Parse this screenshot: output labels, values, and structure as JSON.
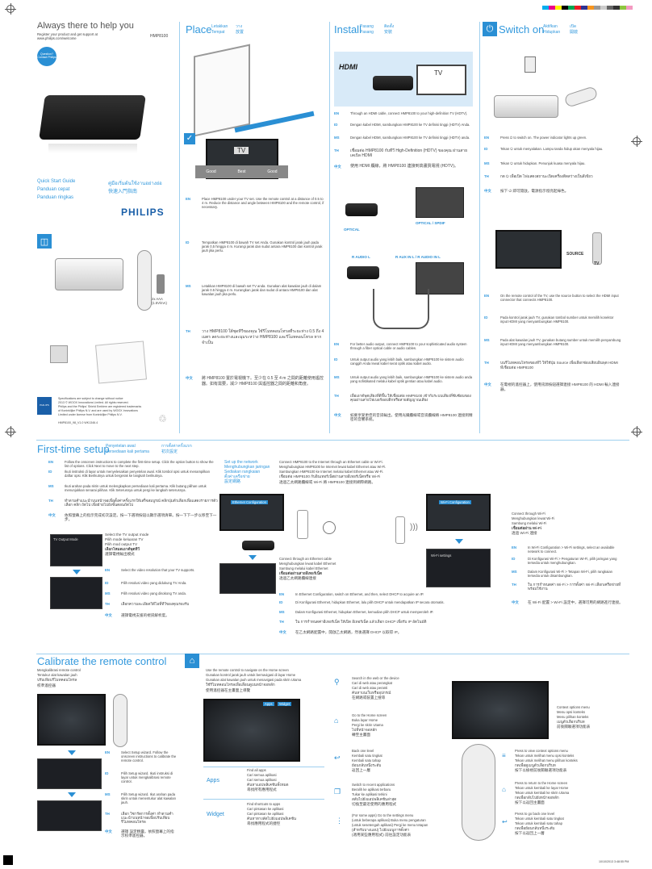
{
  "colors": {
    "accent": "#2a8fd4",
    "light_accent": "#9fd0ef",
    "dark": "#111111"
  },
  "cover": {
    "tagline": "Always there to help you",
    "register_line1": "Register your product and get support at",
    "register_line2": "www.philips.com/welcome",
    "model": "HMP8100",
    "badge": "Question? Contact Philips",
    "qsg_en": "Quick Start Guide",
    "qsg_id": "Panduan cepat",
    "qsg_ms": "Panduan ringkas",
    "qsg_th": "คู่มือเริ่มต้นใช้งานอย่างย่อ",
    "qsg_zh": "快速入門指南",
    "brand": "PHILIPS",
    "battery_label": "2x AAA (1.5V/mA)",
    "legal1": "Specifications are subject to change without notice",
    "legal2": "2013 © WOOX Innovations Limited. All rights reserved.",
    "legal3": "Philips and the Philips' Shield Emblem are registered trademarks",
    "legal4": "of Koninklijke Philips N.V. and are used by WOOX Innovations",
    "legal5": "Limited under license from Koninklijke Philips N.V.",
    "doc_code": "HMP8100_98_V1.0 WK1346.4"
  },
  "place": {
    "title": "Place",
    "sub1": "Letakkan",
    "sub2": "Tempat",
    "sub3": "วาง",
    "sub4": "放置",
    "tv_label": "TV",
    "bar": [
      "Good",
      "Best",
      "Good"
    ],
    "en": "Place HMP8100 under your TV set. Use the remote control at a distance of 0.5 to 4 m. Reduce the distance and angle between HMP8100 and the remote control, if necessary.",
    "id": "Tempatkan HMP8100 di bawah TV set Anda. Gunakan kontrol jarak jauh pada jarak 0,5 hingga 4 m. Kurangi jarak dan sudut antara HMP8100 dan kontrol jarak jauh jika perlu.",
    "ms": "Letakkan HMP8100 di bawah set TV anda. Gunakan alat kawalan jauh di dalam jarak 0.5 hingga 4 m. Kurangkan jarak dan sudut di antara HMP8100 dan alat kawalan jauh jika perlu.",
    "th": "วาง HMP8100 ใต้ชุดทีวีของคุณ ใช้รีโมทคอนโทรลที่ระยะห่าง 0.5 ถึง 4 เมตร ลดระยะห่างและมุมระหว่าง HMP8100 และรีโมทคอนโทรล หากจำเป็น",
    "zh": "將 HMP8100 置於電視機下。至少在 0.5 至 4 m 之間的距離使用遙控器。如有需要，減少 HMP8100 與遙控器之間的距離和角度。"
  },
  "install": {
    "title": "Install",
    "sub1": "Pasang",
    "sub2": "Pasang",
    "sub3": "ติดตั้ง",
    "sub4": "安裝",
    "hdmi": "HDMI",
    "tv_label": "TV",
    "en1": "Through an HDMI cable, connect HMP8100 to your high-definition TV (HDTV).",
    "id1": "Dengan kabel HDMI, sambungkan HMP8100 ke TV definisi tinggi (HDTV) Anda.",
    "ms1": "Dengan kabel HDMI, sambungkan HMP8100 ke TV definisi tinggi (HDTV) anda.",
    "th1": "เชื่อมต่อ HMP8100 กับทีวี High-Definition (HDTV) ของคุณ ผ่านสายเคเบิล HDMI",
    "zh1": "使用 HDMI 纜線，將 HMP8100 連接到高畫質電視 (HDTV)。",
    "optical": "OPTICAL",
    "coax": "OPTICAL / SPDIF",
    "audio": "R AUDIO L",
    "aux": "R AUX IN L / R AUDIO IN L",
    "en2": "For better audio output, connect HMP8100 to your sophisticated audio system through a fiber optical cable or audio cables.",
    "id2": "Untuk output audio yang lebih baik, sambungkan HMP8100 ke sistem audio canggih Anda lewat kabel serat optik atau kabel audio.",
    "ms2": "Untuk output audio yang lebih baik, sambungkan HMP8100 ke sistem audio anda yang sofistikated melalui kabel optik gentian atau kabel audio.",
    "th2": "เพื่อเอาต์พุตเสียงที่ดีขึ้น ให้เชื่อมต่อ HMP8100 เข้ากับระบบเสียงที่ซับซ้อนของคุณผ่านสายไฟเบอร์ออปติกหรือสายสัญญาณเสียง",
    "zh2": "如要享受更佳的音訊輸出，使用光纖纜線或音訊纜線將 HMP8100 連接到精密的音響系統。"
  },
  "switch": {
    "title": "Switch on",
    "sub1": "Aktifkan",
    "sub2": "Hidupkan",
    "sub3": "เปิด",
    "sub4": "開啟",
    "en1": "Press ⏻ to switch on. The power indicator lights up green.",
    "id1": "Tekan ⏻ untuk menyalakan. Lampu tanda hidup akan menyala hijau.",
    "ms1": "Tekan ⏻ untuk hidupkan. Penunjuk kuasa menyala hijau.",
    "th1": "กด ⏻ เพื่อเปิด ไฟแสดงสถานะเปิดเครื่องติดสว่างเป็นสีเขียว",
    "zh1": "按下 ⏻ 即可開啟。電源指示燈亮起綠色。",
    "source": "SOURCE",
    "tv_label": "TV",
    "en2": "On the remote control of the TV, use the source button to select the HDMI input connector that connects HMP8100.",
    "id2": "Pada kontrol jarak jauh TV, gunakan tombol sumber untuk memilih konektor input HDMI yang menyambungkan HMP8100.",
    "ms2": "Pada alat kawalan jauh TV, gunakan butang sumber untuk memilih penyambung input HDMI yang menyambungkan HMP8100.",
    "th2": "บนรีโมทคอนโทรลของทีวี ให้ใช้ปุ่ม Source เพื่อเลือกช่องเสียบอินพุต HDMI ที่เชื่อมต่อ HMP8100",
    "zh2": "在電視的遙控器上，使用訊源按鈕選擇連接 HMP8100 的 HDMI 輸入連接器。"
  },
  "first_time": {
    "title": "First-time setup",
    "sub1": "Penyetelan awal",
    "sub2": "Persediaan kali pertama",
    "sub3": "การตั้งค่าครั้งแรก",
    "sub4": "初次設定",
    "en": "Follow the onscreen instructions to complete the first-time setup. Click the option button to show the list of options. Click Next to move to the next step.",
    "id": "Ikuti instruksi di layar untuk menyelesaikan penyetelan awal. Klik tombol opsi untuk menampilkan daftar opsi. Klik Berikutnya untuk bergerak ke langkah berikutnya.",
    "ms": "Ikuti arahan pada skrin untuk melengkapkan persediaan kali pertama. Klik butang pilihan untuk menunjukkan senarai pilihan. Klik Seterusnya untuk pergi ke langkah seterusnya.",
    "th": "ทำตามคำแนะนำบนหน้าจอเพื่อตั้งค่าครั้งแรกให้เสร็จสมบูรณ์ คลิกปุ่มตัวเลือกเพื่อแสดงรายการตัวเลือก คลิก ถัดไป เพื่อย้ายไปยังขั้นตอนถัดไป",
    "zh": "依照螢幕上的指示完成初次設定。按一下選項按鈕以顯示選項清單。按一下下一步以移至下一步。",
    "video_title1": "Select the TV output mode",
    "video_title2": "Pilih mode keluaran TV",
    "video_title3": "Pilih mod output TV",
    "video_title4": "เลือกโหมดเอาต์พุตทีวี",
    "video_title5": "選擇電視輸出模式",
    "ven": "Select the video resolution that your TV supports.",
    "vid": "Pilih resolusi video yang didukung TV Anda.",
    "vms": "Pilih resolusi video yang disokong TV anda.",
    "vth": "เลือกความละเอียดวิดีโอที่ทีวีของคุณรองรับ",
    "vzh": "選擇電視支援的視訊解析度。",
    "net_title1": "Set up the network",
    "net_title2": "Menghubungkan jaringan",
    "net_title3": "Sediakan rangkaian",
    "net_title4": "ตั้งค่าเครือข่าย",
    "net_title5": "設定網路",
    "connect_desc1": "Connect HMP8100 to the Internet through an Ethernet cable or Wi-Fi.",
    "connect_desc2": "Menghubungkan HMP8100 ke Internet lewat kabel Ethernet atau Wi-Fi.",
    "connect_desc3": "Sambungkan HMP8100 ke Internet melalui kabel Ethernet atau Wi-Fi.",
    "connect_desc4": "เชื่อมต่อ HMP8100 กับอินเทอร์เน็ตผ่านสายอีเทอร์เน็ตหรือ Wi-Fi",
    "connect_desc5": "透過乙太網路纜線或 Wi-Fi 將 HMP8100 連接到網際網路。",
    "eth_title1": "Connect through an Ethernet cable",
    "eth_title2": "Menghubungkan lewat kabel Ethernet",
    "eth_title3": "Sambung melalui kabel Ethernet",
    "eth_title4": "เชื่อมต่อผ่านสายอีเทอร์เน็ต",
    "eth_title5": "透過乙太網路纜線連接",
    "wifi_title1": "Connect through Wi-Fi",
    "wifi_title2": "Menghubungkan lewat Wi-Fi",
    "wifi_title3": "Sambung melalui Wi-Fi",
    "wifi_title4": "เชื่อมต่อผ่าน Wi-Fi",
    "wifi_title5": "透過 Wi-Fi 連接",
    "wen": "In Wi-Fi Configuration > Wi-Fi settings, select an available network to connect.",
    "wid": "Di Konfigurasi Wi-Fi > Pengaturan Wi-Fi, pilih jaringan yang tersedia untuk menghubungkan.",
    "wms": "Dalam Konfigurasi Wi-Fi > Tetapan Wi-Fi, pilih rangkaian tersedia untuk disambungkan.",
    "wth": "ใน การกำหนดค่า Wi-Fi > การตั้งค่า Wi-Fi เลือกเครือข่ายที่พร้อมใช้งาน",
    "wzh": "在 Wi-Fi 配置 > Wi-Fi 設定中，選擇可用的網路進行連接。",
    "een": "In Ethernet Configuration, switch on Ethernet, and then, select DHCP to acquire an IP.",
    "eid": "Di Konfigurasi Ethernet, hidupkan Ethernet, lalu pilih DHCP untuk mendapatkan IP secara otomatis.",
    "ems": "Dalam Konfigurasi Ethernet, hidupkan Ethernet, kemudian pilih DHCP untuk memperoleh IP.",
    "eth": "ใน การกำหนดค่าอีเทอร์เน็ต ให้เปิด อีเทอร์เน็ต แล้วเลือก DHCP เพื่อรับ IP อัตโนมัติ",
    "ezh": "在乙太網路配置中，開啟乙太網路，然後選擇 DHCP 以取得 IP。",
    "screen_eth": "Ethernet Configuration",
    "screen_wifi": "Wi-Fi Configuration",
    "screen_wifi_settings": "Wi-Fi settings",
    "screen_output": "TV Output Mode"
  },
  "calibrate": {
    "title": "Calibrate the remote control",
    "sub1": "Mengkalibrasi remote control",
    "sub2": "Tentukur alat kawalan jauh",
    "sub3": "ปรับเทียบรีโมทคอนโทรล",
    "sub4": "校準遙控器",
    "en": "Select Setup wizard. Follow the onscreen instructions to calibrate the remote control.",
    "id": "Pilih Setup wizard. Ikuti instruksi di layar untuk mengkalibrasi remote control.",
    "ms": "Pilih Setup wizard. Ikut arahan pada skrin untuk menentukur alat kawalan jauh.",
    "th": "เลือก วิซาร์ดการตั้งค่า ทำตามคำแนะนำบนหน้าจอเพื่อปรับเทียบรีโมทคอนโทรล",
    "zh": "選擇 設定精靈。依照螢幕上的指示校準遙控器。"
  },
  "home": {
    "intro1": "Use the remote control to navigate on the Home screen",
    "intro2": "Gunakan kontrol jarak jauh untuk bernavigasi di layar Home",
    "intro3": "Gunakan alat kawalan jauh untuk menavigasi pada skrin Utama",
    "intro4": "ใช้รีโมทคอนโทรลเพื่อเลื่อนดูบนหน้าจอหลัก",
    "intro5": "使用遙控器在主畫面上導覽",
    "apps_label": "Apps",
    "widget_label": "Widget",
    "apps_desc1": "Find all apps",
    "apps_desc2": "Cari semua aplikasi",
    "apps_desc3": "Cari semua aplikasi",
    "apps_desc4": "ค้นหาแอปพลิเคชันทั้งหมด",
    "apps_desc5": "尋找所有應用程式",
    "widget_desc1": "Find shortcuts to apps",
    "widget_desc2": "Cari pintasan ke aplikasi",
    "widget_desc3": "Cari pintasan ke aplikasi",
    "widget_desc4": "ค้นหาทางลัดไปยังแอปพลิเคชัน",
    "widget_desc5": "尋找應用程式的捷徑",
    "search1": "Search in the web or the device",
    "search2": "Cari di web atau perangkat",
    "search3": "Cari di web atau peranti",
    "search4": "ค้นหาบนเว็บหรืออุปกรณ์",
    "search5": "在網路或裝置上搜尋",
    "home1": "Go to the Home screen",
    "home2": "Buka layar Home",
    "home3": "Pergi ke skrin Utama",
    "home4": "ไปที่หน้าจอหลัก",
    "home5": "轉至主畫面",
    "back1": "Back one level",
    "back2": "Kembali satu tingkat",
    "back3": "Kembali satu tahap",
    "back4": "ย้อนกลับหนึ่งระดับ",
    "back5": "返回上一層",
    "recent1": "Switch to recent applications",
    "recent2": "Beralih ke aplikasi terbaru",
    "recent3": "Tukar ke aplikasi terkini",
    "recent4": "สลับไปยังแอปพลิเคชันล่าสุด",
    "recent5": "切換至最近使用的應用程式",
    "menu1": "(For some apps) Go to the settings menu",
    "menu2": "(untuk beberapa aplikasi) Buka menu pengaturan",
    "menu3": "(untuk sesetengah aplikasi) Pergi ke menu tetapan",
    "menu4": "(สำหรับบางแอป) ไปยังเมนูการตั้งค่า",
    "menu5": "(適用某些應用程式) 前往設定功能表",
    "context1": "Context options menu",
    "context2": "Menu opsi konteks",
    "context3": "Menu pilihan konteks",
    "context4": "เมนูตัวเลือกบริบท",
    "context5": "前後關聯選項功能表",
    "press_menu1": "Press to view context options menu",
    "press_menu2": "Tekan untuk melihat menu opsi konteks",
    "press_menu3": "Tekan untuk melihat menu pilihan konteks",
    "press_menu4": "กดเพื่อดูเมนูตัวเลือกบริบท",
    "press_menu5": "按下以檢視前後關聯選項功能表",
    "press_home1": "Press to return to the Home screen",
    "press_home2": "Tekan untuk kembali ke layar Home",
    "press_home3": "Tekan untuk kembali ke skrin Utama",
    "press_home4": "กดเพื่อกลับไปยังหน้าจอหลัก",
    "press_home5": "按下以返回主畫面",
    "press_back1": "Press to go back one level",
    "press_back2": "Tekan untuk kembali satu tingkat",
    "press_back3": "Tekan untuk kembali satu tahap",
    "press_back4": "กดเพื่อย้อนกลับหนึ่งระดับ",
    "press_back5": "按下以返回上一層",
    "screen_tab1": "Apps",
    "screen_tab2": "Widget",
    "footer": "10/10/2013 3:48:55 PM"
  },
  "langs": {
    "en": "EN",
    "id": "ID",
    "ms": "MS",
    "th": "TH",
    "zh": "中文"
  }
}
